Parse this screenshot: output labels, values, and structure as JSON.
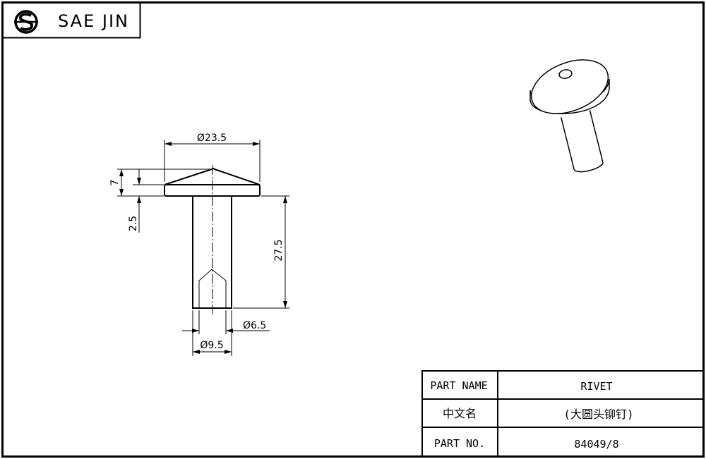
{
  "brand": {
    "name": "SAE JIN",
    "logo_icon": "sj-logo-icon"
  },
  "drawing": {
    "dimensions": {
      "head_diameter": "Ø23.5",
      "head_height": "7",
      "head_flange": "2.5",
      "shank_length": "27.5",
      "shank_diameter": "Ø9.5",
      "hole_diameter": "Ø6.5"
    }
  },
  "title_block": {
    "rows": [
      {
        "label": "PART NAME",
        "value": "RIVET"
      },
      {
        "label": "中文名",
        "value": "(大圆头铆钉)"
      },
      {
        "label": "PART NO.",
        "value": "84049/8"
      }
    ]
  }
}
